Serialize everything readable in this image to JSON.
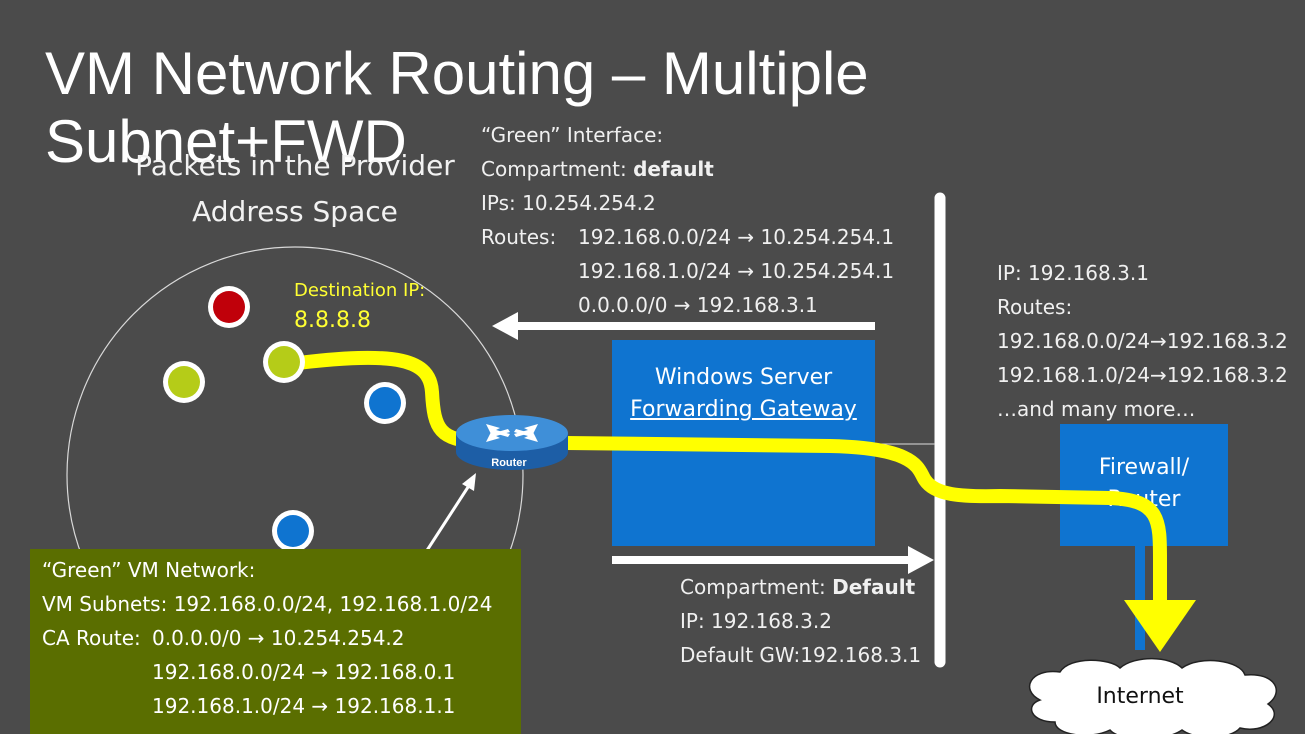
{
  "slide": {
    "title": "VM Network Routing – Multiple Subnet+FWD",
    "provider_address_caption": "Packets in the Provider Address Space"
  },
  "green_interface": {
    "header": "“Green” Interface:",
    "compartment_label": "Compartment:",
    "compartment_value": "default",
    "ips": "IPs: 10.254.254.2",
    "routes_label": "Routes:",
    "routes": [
      "192.168.0.0/24 → 10.254.254.1",
      "192.168.1.0/24 → 10.254.254.1",
      "0.0.0.0/0 → 192.168.3.1"
    ]
  },
  "firewall_info": {
    "ip": "IP:  192.168.3.1",
    "routes_label": "Routes:",
    "routes": [
      "192.168.0.0/24→192.168.3.2",
      "192.168.1.0/24→192.168.3.2"
    ],
    "more": "…and many more…"
  },
  "destination": {
    "label": "Destination IP:",
    "value": "8.8.8.8"
  },
  "windows_server": {
    "line1": "Windows Server",
    "line2": "Forwarding Gateway"
  },
  "firewall_box": {
    "label": "Firewall/ Router"
  },
  "router": {
    "label": "Router"
  },
  "wsc_info": {
    "compartment_label": "Compartment:",
    "compartment_value": "Default",
    "ip": "IP: 192.168.3.2",
    "gw": "Default GW:192.168.3.1"
  },
  "vm_network": {
    "header": "“Green” VM Network:",
    "subnets": "VM Subnets: 192.168.0.0/24, 192.168.1.0/24",
    "ca_route_label": "CA Route:",
    "ca_routes": [
      "0.0.0.0/0 → 10.254.254.2",
      "192.168.0.0/24 → 192.168.0.1",
      "192.168.1.0/24 → 192.168.1.1"
    ]
  },
  "internet": {
    "label": "Internet"
  },
  "colors": {
    "background": "#4b4b4b",
    "blue_box": "#0f74d0",
    "vm_network_box": "#5a6e00",
    "packet_path": "#ffff00",
    "dest_text": "#ffff33",
    "vm_red": "#c0000a",
    "vm_green": "#b5cc18",
    "vm_blue": "#0f74d0"
  },
  "icons": {
    "router": "router-icon",
    "cloud": "cloud-icon"
  }
}
